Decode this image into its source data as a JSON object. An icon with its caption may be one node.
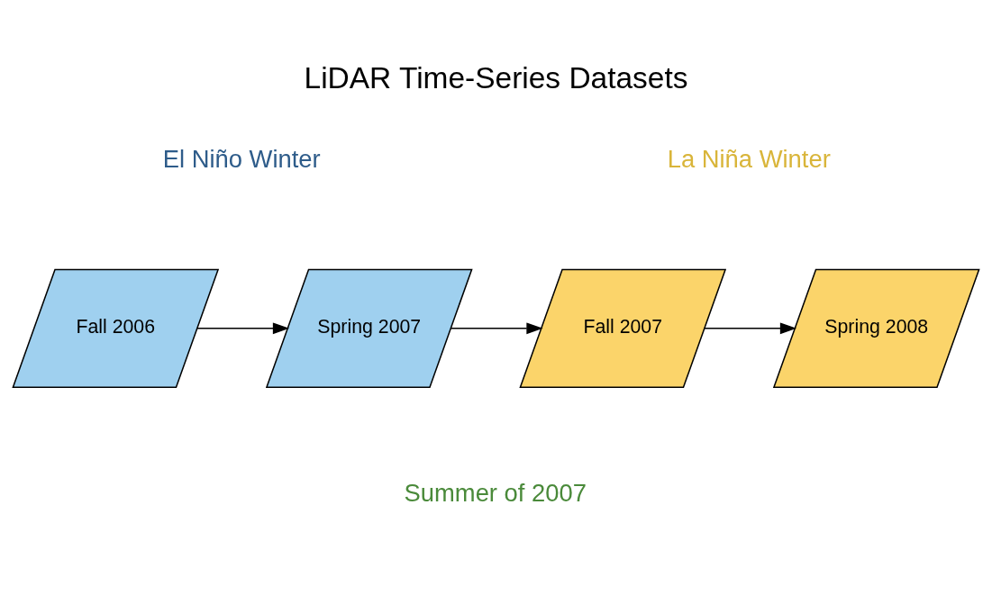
{
  "diagram": {
    "title": "LiDAR Time-Series Datasets",
    "nodes": [
      {
        "text": [
          "Fall 2006"
        ]
      },
      {
        "text": [
          "Spring 2007"
        ]
      },
      {
        "text": [
          "Fall 2007"
        ]
      },
      {
        "text": [
          "Spring 2008"
        ]
      }
    ],
    "edges": [
      {
        "from": 0,
        "to": 1,
        "arrow": "to"
      },
      {
        "from": 1,
        "to": 2,
        "arrow": "to"
      },
      {
        "from": 2,
        "to": 3,
        "arrow": "to"
      }
    ],
    "labels": [
      "El Niño Winter",
      "La Niña Winter",
      "Summer of 2007"
    ]
  }
}
